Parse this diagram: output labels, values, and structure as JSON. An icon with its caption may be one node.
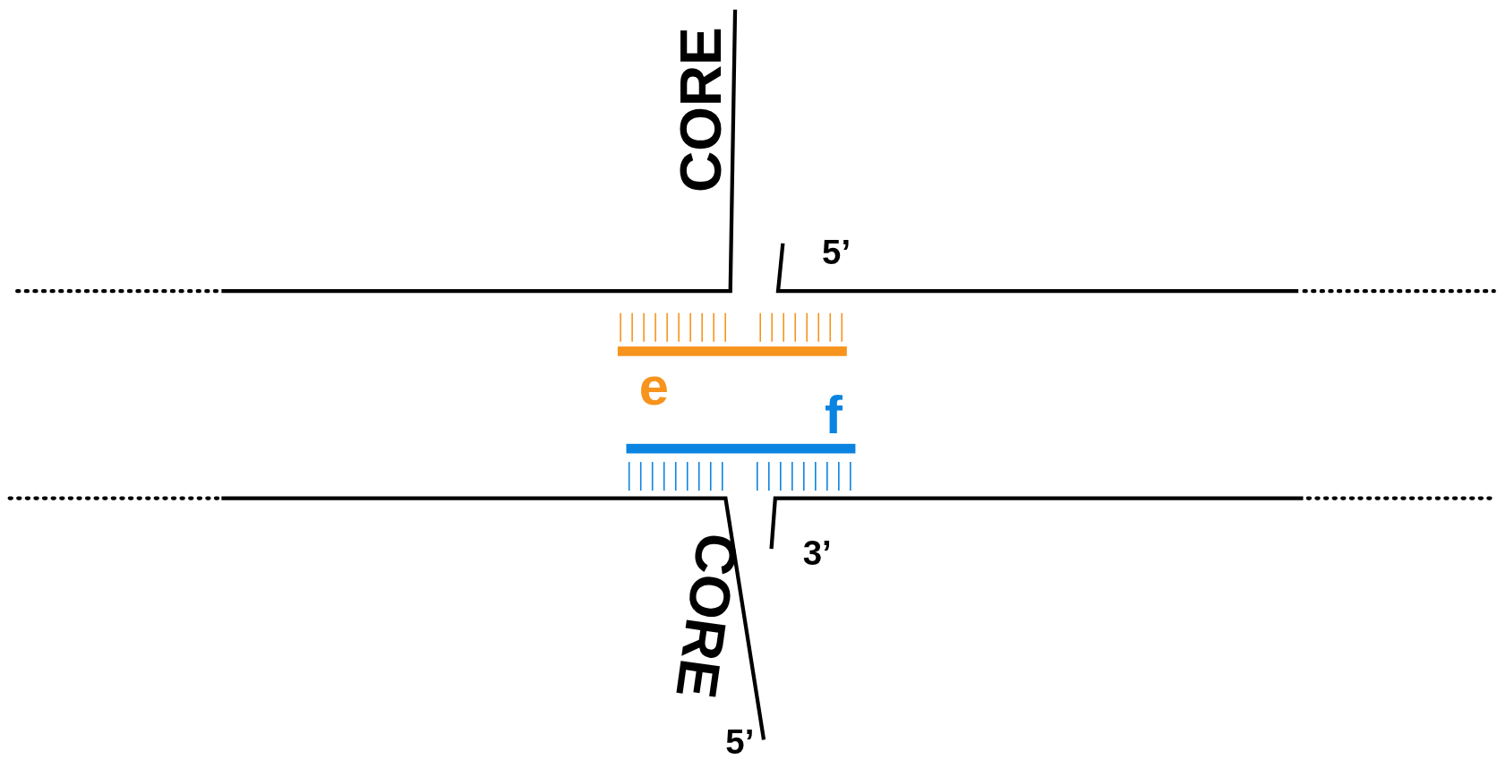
{
  "diagram": {
    "labels": [
      "CORE",
      "5’",
      "e",
      "f",
      "3’",
      "CORE",
      "5’"
    ]
  }
}
